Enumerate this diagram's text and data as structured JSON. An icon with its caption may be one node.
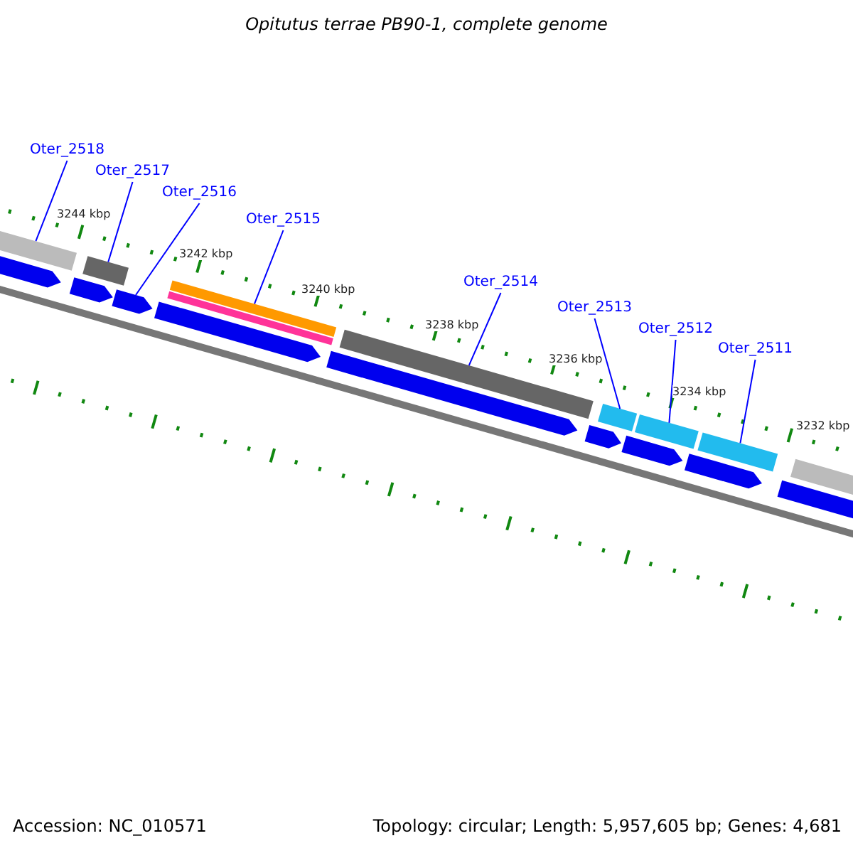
{
  "diagram": {
    "title": "Opitutus terrae PB90-1, complete genome",
    "nodes": [
      {
        "text": [
          "Oter_2518"
        ]
      },
      {
        "text": [
          "Oter_2517"
        ]
      },
      {
        "text": [
          "Oter_2516"
        ]
      },
      {
        "text": [
          "Oter_2515"
        ]
      },
      {
        "text": [
          "Oter_2514"
        ]
      },
      {
        "text": [
          "Oter_2513"
        ]
      },
      {
        "text": [
          "Oter_2512"
        ]
      },
      {
        "text": [
          "Oter_2511"
        ]
      },
      {
        "text": [],
        "shape": "bar"
      },
      {
        "text": [],
        "shape": "bar"
      },
      {
        "text": [],
        "shape": "bar"
      },
      {
        "text": [],
        "shape": "bar"
      },
      {
        "text": [],
        "shape": "bar"
      },
      {
        "text": [],
        "shape": "bar"
      },
      {
        "text": [],
        "shape": "bar"
      },
      {
        "text": [],
        "shape": "bar"
      }
    ],
    "edges": [
      {
        "from": 0,
        "to": 8,
        "arrow": "none"
      },
      {
        "from": 1,
        "to": 9,
        "arrow": "none"
      },
      {
        "from": 2,
        "to": 10,
        "arrow": "none"
      },
      {
        "from": 3,
        "to": 11,
        "arrow": "none"
      },
      {
        "from": 4,
        "to": 12,
        "arrow": "none"
      },
      {
        "from": 5,
        "to": 13,
        "arrow": "none"
      },
      {
        "from": 6,
        "to": 14,
        "arrow": "none"
      },
      {
        "from": 7,
        "to": 15,
        "arrow": "none"
      }
    ],
    "labels": [
      "3244 kbp",
      "3242 kbp",
      "3240 kbp",
      "3238 kbp",
      "3236 kbp",
      "3234 kbp",
      "3232 kbp",
      "Accession: NC_010571",
      "Topology: circular; Length: 5,957,605 bp; Genes: 4,681"
    ]
  }
}
